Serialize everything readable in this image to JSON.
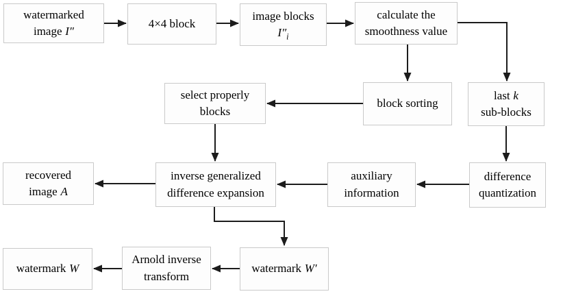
{
  "colors": {
    "background": "#ffffff",
    "box_fill": "#fdfdfd",
    "box_border": "#c9c9c9",
    "line": "#1c1c1c",
    "text": "#000000"
  },
  "nodes": {
    "watermarked_image": {
      "line1": "watermarked",
      "line2": "image",
      "var": "I″"
    },
    "block_4x4": {
      "line1": "4×4 block"
    },
    "image_blocks": {
      "line1": "image blocks",
      "var": "I″",
      "sub": "i"
    },
    "calculate_smoothness": {
      "line1": "calculate the",
      "line2": "smoothness value"
    },
    "select_properly": {
      "line1": "select properly",
      "line2": "blocks"
    },
    "block_sorting": {
      "line1": "block sorting"
    },
    "last_k": {
      "line1": "last",
      "var": "k",
      "line2": "sub-blocks"
    },
    "recovered_image": {
      "line1": "recovered",
      "line2": "image",
      "var": "A"
    },
    "inverse_generalized": {
      "line1": "inverse generalized",
      "line2": "difference expansion"
    },
    "auxiliary_information": {
      "line1": "auxiliary",
      "line2": "information"
    },
    "difference_quantization": {
      "line1": "difference",
      "line2": "quantization"
    },
    "watermark_w": {
      "line1": "watermark",
      "var": "W"
    },
    "arnold_inverse": {
      "line1": "Arnold inverse",
      "line2": "transform"
    },
    "watermark_w_prime": {
      "line1": "watermark",
      "var": "W′"
    }
  }
}
